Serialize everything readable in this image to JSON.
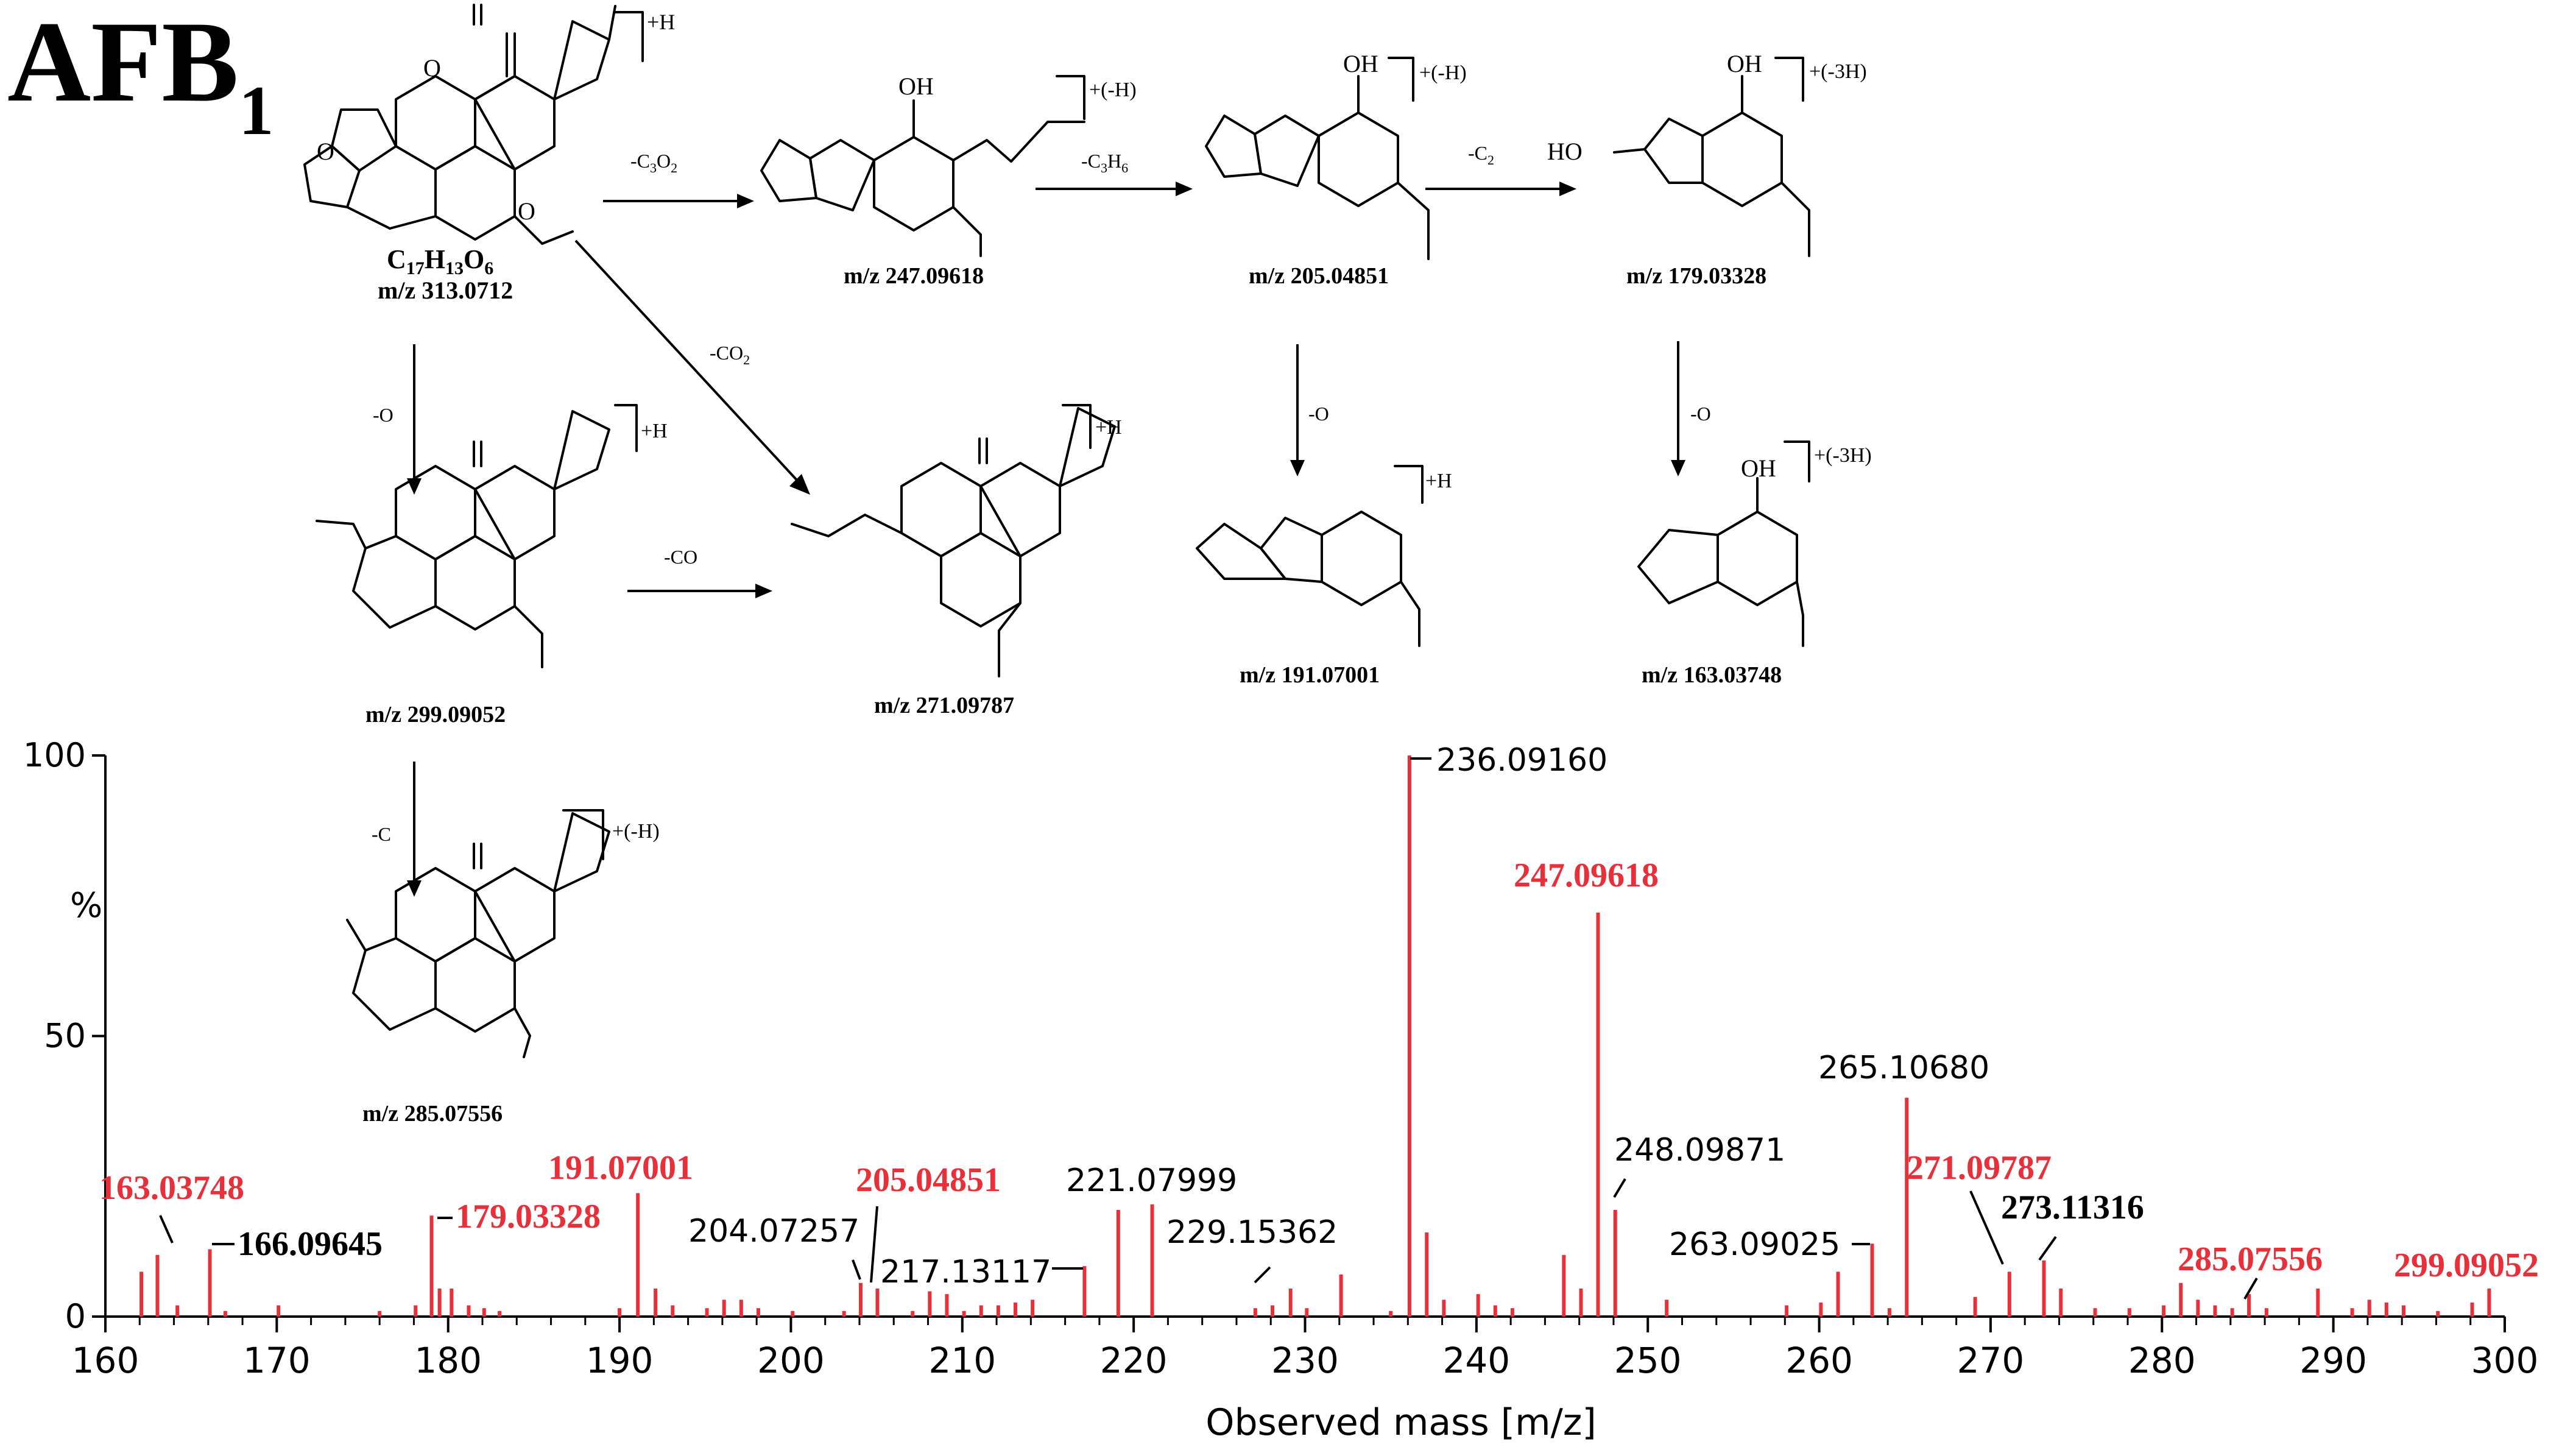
{
  "title": {
    "main": "AFB",
    "subscript": "1"
  },
  "structures": [
    {
      "id": "parent",
      "formula_c": "C",
      "formula_c_n": "17",
      "formula_h": "H",
      "formula_h_n": "13",
      "formula_o": "O",
      "formula_o_n": "6",
      "mz": "m/z 313.0712",
      "charge": "+H",
      "substituents": {
        "o1": "O",
        "o2": "O",
        "ome": "O"
      }
    },
    {
      "id": "s247",
      "mz": "m/z 247.09618",
      "charge": "+(-H)",
      "oh": "OH"
    },
    {
      "id": "s205",
      "mz": "m/z 205.04851",
      "charge": "+(-H)",
      "oh": "OH"
    },
    {
      "id": "s179",
      "mz": "m/z 179.03328",
      "charge": "+(-3H)",
      "oh": "OH",
      "ho": "HO"
    },
    {
      "id": "s299",
      "mz": "m/z 299.09052",
      "charge": "+H"
    },
    {
      "id": "s271",
      "mz": "m/z 271.09787",
      "charge": "+H"
    },
    {
      "id": "s191",
      "mz": "m/z 191.07001",
      "charge": "+H"
    },
    {
      "id": "s163",
      "mz": "m/z 163.03748",
      "charge": "+(-3H)",
      "oh": "OH"
    },
    {
      "id": "s285",
      "mz": "m/z 285.07556",
      "charge": "+(-H)"
    }
  ],
  "losses": {
    "c3o2": {
      "base": "-C",
      "n1": "3",
      "mid": "O",
      "n2": "2"
    },
    "c3h6": {
      "base": "-C",
      "n1": "3",
      "mid": "H",
      "n2": "6"
    },
    "c2": {
      "base": "-C",
      "n1": "2"
    },
    "co2": {
      "base": "-CO",
      "n1": "2"
    },
    "o_a": "-O",
    "o_b": "-O",
    "o_c": "-O",
    "co": "-CO",
    "c": "-C"
  },
  "colors": {
    "peak": "#e8303b",
    "highlight_label": "#e8303b",
    "label": "#000000",
    "axis": "#000000"
  },
  "chart_data": {
    "type": "bar",
    "xlabel": "Observed mass [m/z]",
    "ylabel": "%",
    "xlim": [
      160,
      300
    ],
    "ylim": [
      0,
      100
    ],
    "xticks": [
      160,
      170,
      180,
      190,
      200,
      210,
      220,
      230,
      240,
      250,
      260,
      270,
      280,
      290,
      300
    ],
    "yticks": [
      0,
      50,
      100
    ],
    "peaks": [
      {
        "x": 162.1,
        "y": 8
      },
      {
        "x": 163.03748,
        "y": 11
      },
      {
        "x": 164.2,
        "y": 2
      },
      {
        "x": 166.09645,
        "y": 12
      },
      {
        "x": 167.0,
        "y": 1
      },
      {
        "x": 170.1,
        "y": 2
      },
      {
        "x": 176.0,
        "y": 1
      },
      {
        "x": 178.1,
        "y": 2
      },
      {
        "x": 179.03328,
        "y": 18
      },
      {
        "x": 179.5,
        "y": 5
      },
      {
        "x": 180.2,
        "y": 5
      },
      {
        "x": 181.2,
        "y": 2
      },
      {
        "x": 182.1,
        "y": 1.5
      },
      {
        "x": 183.0,
        "y": 1
      },
      {
        "x": 190.0,
        "y": 1.5
      },
      {
        "x": 191.07001,
        "y": 22
      },
      {
        "x": 192.1,
        "y": 5
      },
      {
        "x": 193.1,
        "y": 2
      },
      {
        "x": 195.1,
        "y": 1.5
      },
      {
        "x": 196.1,
        "y": 3
      },
      {
        "x": 197.1,
        "y": 3
      },
      {
        "x": 198.1,
        "y": 1.5
      },
      {
        "x": 200.1,
        "y": 1
      },
      {
        "x": 203.1,
        "y": 1
      },
      {
        "x": 204.07257,
        "y": 6
      },
      {
        "x": 205.04851,
        "y": 5
      },
      {
        "x": 207.1,
        "y": 1
      },
      {
        "x": 208.1,
        "y": 4.5
      },
      {
        "x": 209.1,
        "y": 4
      },
      {
        "x": 210.1,
        "y": 1
      },
      {
        "x": 211.1,
        "y": 2
      },
      {
        "x": 212.1,
        "y": 2
      },
      {
        "x": 213.1,
        "y": 2.5
      },
      {
        "x": 214.1,
        "y": 3
      },
      {
        "x": 217.13117,
        "y": 9
      },
      {
        "x": 219.1,
        "y": 19
      },
      {
        "x": 221.07999,
        "y": 20
      },
      {
        "x": 227.1,
        "y": 1.5
      },
      {
        "x": 228.1,
        "y": 2
      },
      {
        "x": 229.15362,
        "y": 5
      },
      {
        "x": 230.1,
        "y": 1.5
      },
      {
        "x": 232.1,
        "y": 7.5
      },
      {
        "x": 235.0,
        "y": 1
      },
      {
        "x": 236.0916,
        "y": 100
      },
      {
        "x": 237.1,
        "y": 15
      },
      {
        "x": 238.1,
        "y": 3
      },
      {
        "x": 240.1,
        "y": 4
      },
      {
        "x": 241.1,
        "y": 2
      },
      {
        "x": 242.1,
        "y": 1.5
      },
      {
        "x": 245.1,
        "y": 11
      },
      {
        "x": 246.1,
        "y": 5
      },
      {
        "x": 247.09618,
        "y": 72
      },
      {
        "x": 248.09871,
        "y": 19
      },
      {
        "x": 251.1,
        "y": 3
      },
      {
        "x": 258.1,
        "y": 2
      },
      {
        "x": 260.1,
        "y": 2.5
      },
      {
        "x": 261.1,
        "y": 8
      },
      {
        "x": 263.09025,
        "y": 13
      },
      {
        "x": 264.1,
        "y": 1.5
      },
      {
        "x": 265.1068,
        "y": 39
      },
      {
        "x": 269.1,
        "y": 3.5
      },
      {
        "x": 271.09787,
        "y": 8
      },
      {
        "x": 273.11316,
        "y": 10
      },
      {
        "x": 274.1,
        "y": 5
      },
      {
        "x": 276.1,
        "y": 1.5
      },
      {
        "x": 278.1,
        "y": 1.5
      },
      {
        "x": 280.1,
        "y": 2
      },
      {
        "x": 281.1,
        "y": 6
      },
      {
        "x": 282.1,
        "y": 3
      },
      {
        "x": 283.1,
        "y": 2
      },
      {
        "x": 284.1,
        "y": 1.5
      },
      {
        "x": 285.07556,
        "y": 4
      },
      {
        "x": 286.1,
        "y": 1.5
      },
      {
        "x": 289.1,
        "y": 5
      },
      {
        "x": 291.1,
        "y": 1.5
      },
      {
        "x": 292.1,
        "y": 3
      },
      {
        "x": 293.1,
        "y": 2.5
      },
      {
        "x": 294.1,
        "y": 2
      },
      {
        "x": 296.1,
        "y": 1
      },
      {
        "x": 298.1,
        "y": 2.5
      },
      {
        "x": 299.09052,
        "y": 5
      }
    ],
    "annotations": [
      {
        "mz": 163.03748,
        "text": "163.03748",
        "style": "red"
      },
      {
        "mz": 166.09645,
        "text": "166.09645",
        "style": "black-bold"
      },
      {
        "mz": 179.03328,
        "text": "179.03328",
        "style": "red"
      },
      {
        "mz": 191.07001,
        "text": "191.07001",
        "style": "red"
      },
      {
        "mz": 204.07257,
        "text": "204.07257",
        "style": "black"
      },
      {
        "mz": 205.04851,
        "text": "205.04851",
        "style": "red"
      },
      {
        "mz": 217.13117,
        "text": "217.13117",
        "style": "black"
      },
      {
        "mz": 221.07999,
        "text": "221.07999",
        "style": "black"
      },
      {
        "mz": 229.15362,
        "text": "229.15362",
        "style": "black"
      },
      {
        "mz": 236.0916,
        "text": "236.09160",
        "style": "black"
      },
      {
        "mz": 247.09618,
        "text": "247.09618",
        "style": "red"
      },
      {
        "mz": 248.09871,
        "text": "248.09871",
        "style": "black"
      },
      {
        "mz": 263.09025,
        "text": "263.09025",
        "style": "black"
      },
      {
        "mz": 265.1068,
        "text": "265.10680",
        "style": "black"
      },
      {
        "mz": 271.09787,
        "text": "271.09787",
        "style": "red"
      },
      {
        "mz": 273.11316,
        "text": "273.11316",
        "style": "black-bold"
      },
      {
        "mz": 285.07556,
        "text": "285.07556",
        "style": "red"
      },
      {
        "mz": 299.09052,
        "text": "299.09052",
        "style": "red"
      }
    ]
  }
}
